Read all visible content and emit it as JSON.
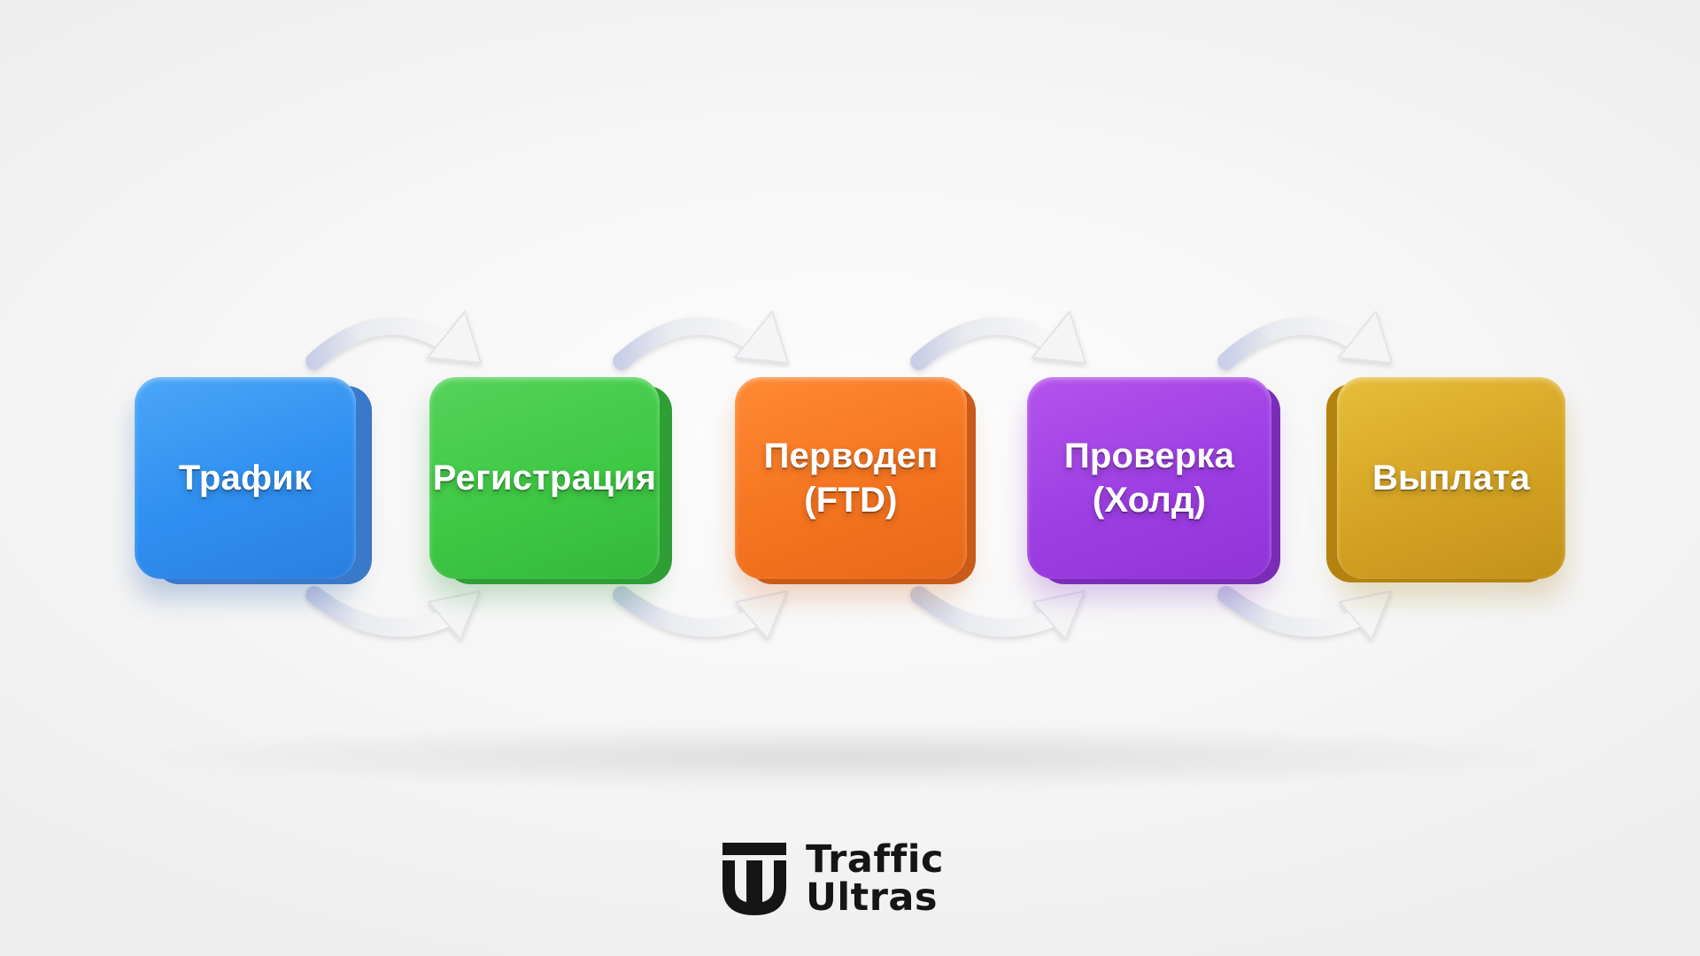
{
  "diagram": {
    "steps": [
      {
        "label": "Трафик",
        "color": "#2f8ff0"
      },
      {
        "label": "Регистрация",
        "color": "#3ec844"
      },
      {
        "label": "Перводеп\n(FTD)",
        "color": "#f57420"
      },
      {
        "label": "Проверка\n(Холд)",
        "color": "#9d3ee3"
      },
      {
        "label": "Выплата",
        "color": "#d6a525"
      }
    ],
    "connectors": [
      {
        "from": "Трафик",
        "to": "Регистрация",
        "icon": "curved-arrow-icon"
      },
      {
        "from": "Регистрация",
        "to": "Перводеп (FTD)",
        "icon": "curved-arrow-icon"
      },
      {
        "from": "Перводеп (FTD)",
        "to": "Проверка (Холд)",
        "icon": "curved-arrow-icon"
      },
      {
        "from": "Проверка (Холд)",
        "to": "Выплата",
        "icon": "curved-arrow-icon"
      }
    ]
  },
  "brand": {
    "line1": "Traffic",
    "line2": "Ultras",
    "icon": "traffic-ultras-logo-icon",
    "color": "#151515"
  }
}
